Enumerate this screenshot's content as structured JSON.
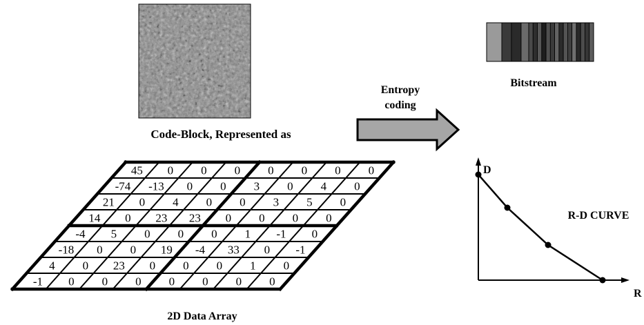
{
  "labels": {
    "code_block_caption": "Code-Block, Represented as",
    "array_caption": "2D Data Array",
    "entropy_line1": "Entropy",
    "entropy_line2": "coding",
    "bitstream": "Bitstream",
    "rd_curve": "R-D CURVE",
    "axis_d": "D",
    "axis_r": "R"
  },
  "colors": {
    "arrow_fill": "#a6a6a6",
    "outline": "#000000",
    "bitstream_segments": [
      "#9a9a9a",
      "#3a3a3a",
      "#2a2a2a",
      "#6a6a6a",
      "#4a4a4a",
      "#2e2e2e",
      "#575757",
      "#1e1e1e",
      "#4f4f4f",
      "#3b3b3b",
      "#636363",
      "#2b2b2b",
      "#545454",
      "#3f3f3f",
      "#6f6f6f",
      "#282828",
      "#4c4c4c",
      "#363636",
      "#5c5c5c"
    ]
  },
  "data_array": [
    [
      "45",
      "0",
      "0",
      "0",
      "0",
      "0",
      "0",
      "0"
    ],
    [
      "-74",
      "-13",
      "0",
      "0",
      "3",
      "0",
      "4",
      "0"
    ],
    [
      "21",
      "0",
      "4",
      "0",
      "0",
      "3",
      "5",
      "0"
    ],
    [
      "14",
      "0",
      "23",
      "23",
      "0",
      "0",
      "0",
      "0"
    ],
    [
      "-4",
      "5",
      "0",
      "0",
      "0",
      "1",
      "-1",
      "0"
    ],
    [
      "-18",
      "0",
      "0",
      "19",
      "-4",
      "33",
      "0",
      "-1"
    ],
    [
      "4",
      "0",
      "23",
      "0",
      "0",
      "0",
      "1",
      "0"
    ],
    [
      "-1",
      "0",
      "0",
      "0",
      "0",
      "0",
      "0",
      "0"
    ]
  ]
}
